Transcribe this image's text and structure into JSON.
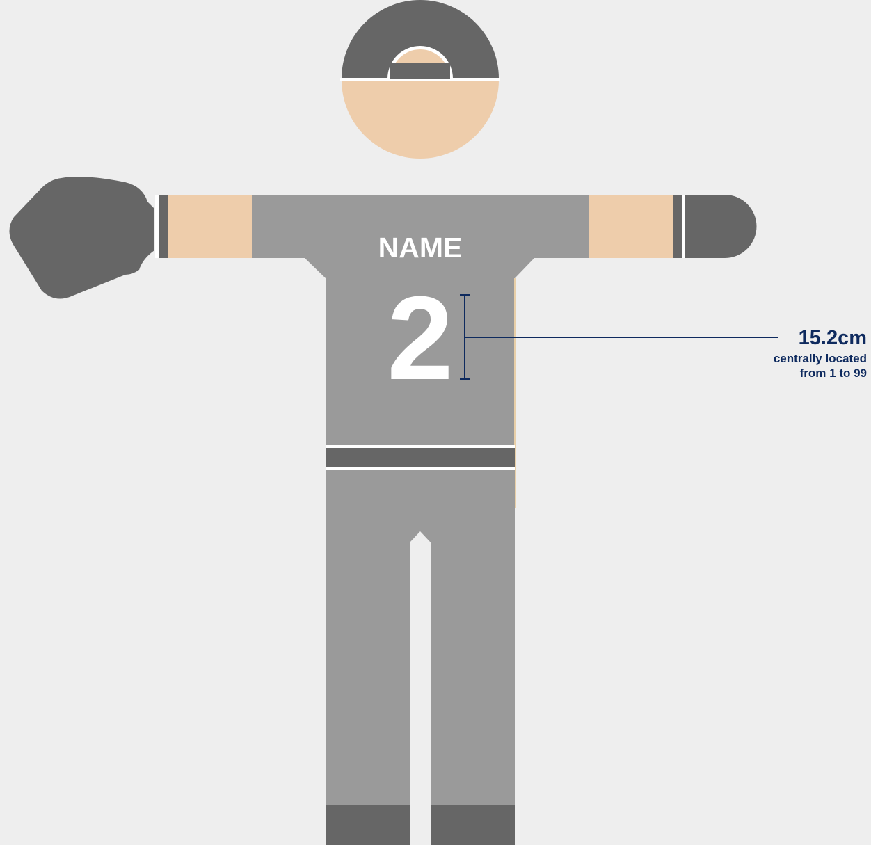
{
  "jersey": {
    "name": "NAME",
    "number": "2"
  },
  "measurement": {
    "value": "15.2cm",
    "note_line1": "centrally located",
    "note_line2": "from 1 to 99"
  },
  "colors": {
    "background": "#eeeeee",
    "uniform": "#9a9a9a",
    "dark_gray": "#666666",
    "skin": "#eecdab",
    "accent_navy": "#0e2a5e",
    "white": "#ffffff"
  }
}
